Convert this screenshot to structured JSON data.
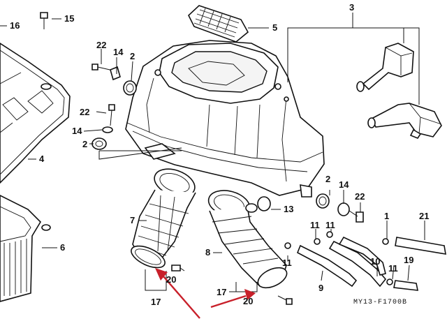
{
  "diagram": {
    "part_numbers": {
      "p1": "1",
      "p2a": "2",
      "p2b": "2",
      "p2c": "2",
      "p3": "3",
      "p4": "4",
      "p5": "5",
      "p6": "6",
      "p7": "7",
      "p8": "8",
      "p9": "9",
      "p10": "10",
      "p11a": "11",
      "p11b": "11",
      "p11c": "11",
      "p11d": "11",
      "p13": "13",
      "p14a": "14",
      "p14b": "14",
      "p14c": "14",
      "p15": "15",
      "p16": "16",
      "p17a": "17",
      "p17b": "17",
      "p19": "19",
      "p20a": "20",
      "p20b": "20",
      "p21": "21",
      "p22a": "22",
      "p22b": "22",
      "p22c": "22"
    },
    "drawing_code": "MY13-F1700B",
    "colors": {
      "line": "#111111",
      "arrow": "#c8202a",
      "background": "#ffffff"
    }
  }
}
